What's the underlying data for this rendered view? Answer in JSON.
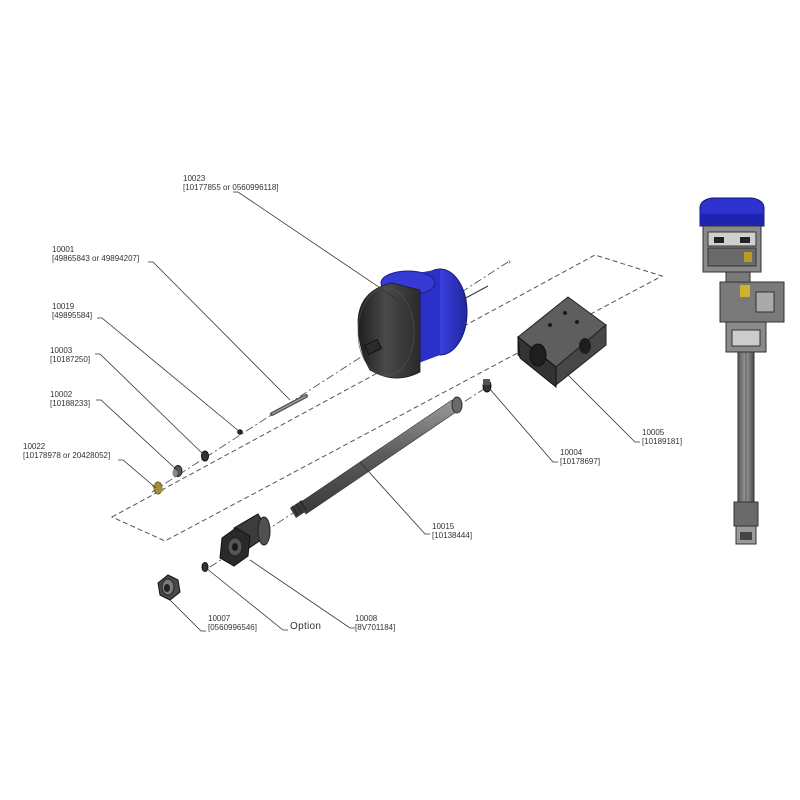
{
  "callouts": [
    {
      "id": "10023",
      "part": "[10177855 or 0560996118]"
    },
    {
      "id": "10001",
      "part": "[49865843 or 49894207]"
    },
    {
      "id": "10019",
      "part": "[49895584]"
    },
    {
      "id": "10003",
      "part": "[10187250]"
    },
    {
      "id": "10002",
      "part": "[10188233]"
    },
    {
      "id": "10022",
      "part": "[10178978 or 20428052]"
    },
    {
      "id": "10005",
      "part": "[10189181]"
    },
    {
      "id": "10004",
      "part": "[10178697]"
    },
    {
      "id": "10015",
      "part": "[10138444]"
    },
    {
      "id": "10007",
      "part": "[0560996546]"
    },
    {
      "id": "10008",
      "part": "[8V701184]"
    }
  ],
  "option_label": "Option",
  "colors": {
    "cap_blue": "#2f33c9",
    "body_dark": "#3a3a3a",
    "leader": "#333333",
    "outline": "#444444"
  }
}
